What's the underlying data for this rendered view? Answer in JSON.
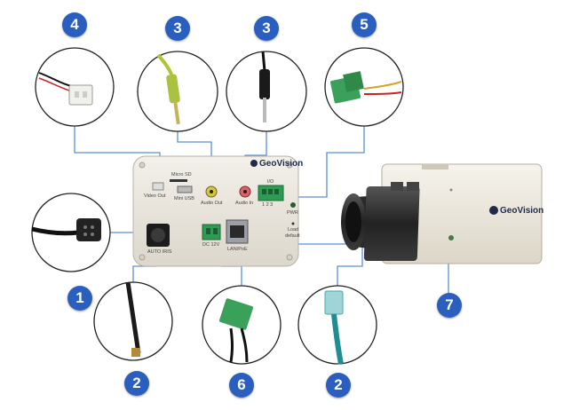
{
  "brand": {
    "name": "GeoVision"
  },
  "callouts": [
    {
      "id": "a",
      "number": "4"
    },
    {
      "id": "b",
      "number": "3"
    },
    {
      "id": "c",
      "number": "3"
    },
    {
      "id": "d",
      "number": "5"
    },
    {
      "id": "e",
      "number": "1"
    },
    {
      "id": "f",
      "number": "2"
    },
    {
      "id": "g",
      "number": "6"
    },
    {
      "id": "h",
      "number": "2"
    },
    {
      "id": "i",
      "number": "7"
    }
  ],
  "panel_labels": {
    "micro_sd": "Micro SD",
    "video_out": "Video Out",
    "mini_usb": "Mini USB",
    "audio_out": "Audio Out",
    "audio_in": "Audio In",
    "io": "I/O",
    "io_pins": "1  2  3",
    "pwr": "PWR",
    "load_default": "Load",
    "load_default_2": "default",
    "dc12v": "DC 12V",
    "lan_poe": "LAN/PoE",
    "auto_iris": "AUTO IRIS"
  },
  "colors": {
    "badge": "#2b5fbf",
    "panel": "#ece8e0",
    "leader": "#5b8fd6"
  }
}
